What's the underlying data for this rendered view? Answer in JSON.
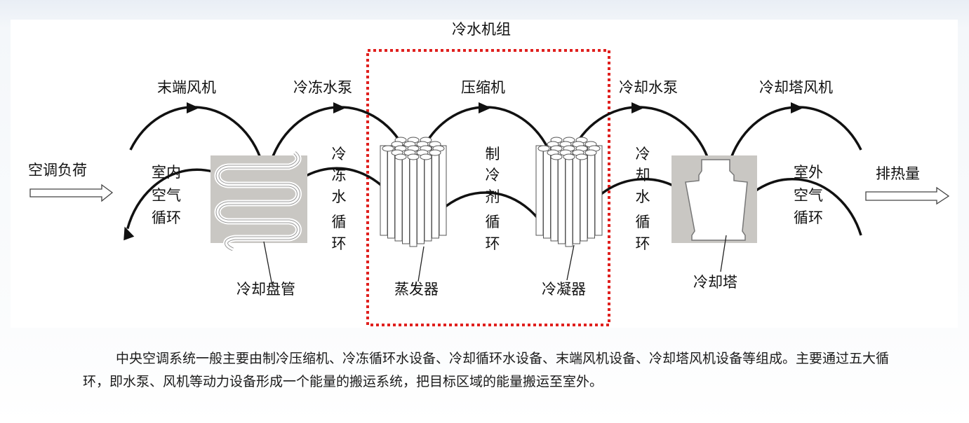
{
  "diagram": {
    "group_label": "冷水机组",
    "top_labels": [
      "末端风机",
      "冷冻水泵",
      "压缩机",
      "冷却水泵",
      "冷却塔风机"
    ],
    "input_label": "空调负荷",
    "output_label": "排热量",
    "circuits": [
      "室内空气循环",
      "冷冻水循环",
      "制冷剂循环",
      "冷却水循环",
      "室外空气循环"
    ],
    "components": [
      "冷却盘管",
      "蒸发器",
      "冷凝器",
      "冷却塔"
    ],
    "colors": {
      "group_border": "#e0201e",
      "component_bg": "#c9c7c3",
      "line": "#111111"
    }
  },
  "description": "中央空调系统一般主要由制冷压缩机、冷冻循环水设备、冷却循环水设备、末端风机设备、冷却塔风机设备等组成。主要通过五大循环，即水泵、风机等动力设备形成一个能量的搬运系统，把目标区域的能量搬运至室外。"
}
